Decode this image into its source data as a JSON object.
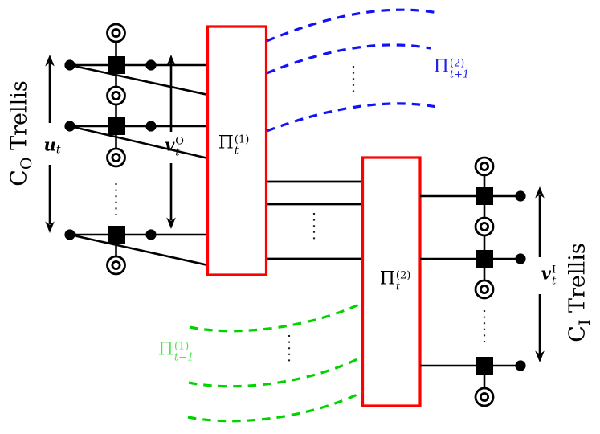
{
  "labels": {
    "outer_trellis": {
      "base": "C",
      "sub": "O",
      "rest": " Trellis"
    },
    "inner_trellis": {
      "base": "C",
      "sub": "I",
      "rest": " Trellis"
    },
    "input": {
      "base": "u",
      "sub": "t"
    },
    "outer_output": {
      "base": "v",
      "sub": "t",
      "sup": "O"
    },
    "inner_output": {
      "base": "v",
      "sub": "t",
      "sup": "I"
    },
    "interleaver_1_t": {
      "base": "Π",
      "sub": "t",
      "sup": "(1)"
    },
    "interleaver_2_t": {
      "base": "Π",
      "sub": "t",
      "sup": "(2)"
    },
    "interleaver_2_next": {
      "base": "Π",
      "sub": "t+1",
      "sup": "(2)"
    },
    "interleaver_1_prev": {
      "base": "Π",
      "sub": "t−1",
      "sup": "(1)"
    }
  },
  "colors": {
    "box_red": "#fe0000",
    "curve_blue": "#1212f8",
    "curve_green": "#00d400",
    "label_green": "#4fe44f",
    "label_blue": "#2323e8",
    "line_black": "#000000"
  }
}
